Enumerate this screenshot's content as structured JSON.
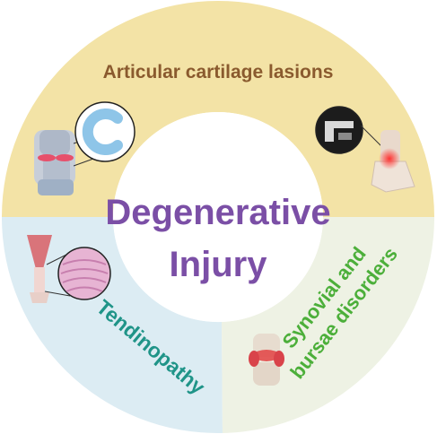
{
  "center": {
    "line1": "Degenerative",
    "line2": "Injury",
    "color": "#7b4fa6"
  },
  "segments": {
    "top": {
      "label": "Articular cartilage lasions",
      "fill": "#f3e3a6",
      "text_color": "#8a5a2e"
    },
    "left": {
      "label": "Tendinopathy",
      "fill": "#dcecf3",
      "text_color": "#1f9488"
    },
    "right": {
      "line1": "Synovial and",
      "line2": "bursae disorders",
      "fill": "#eef2e4",
      "text_color": "#4caf3a"
    }
  },
  "icons": {
    "knee": "knee-joint-icon",
    "cartilage": "cartilage-c-icon",
    "xray": "ankle-xray-icon",
    "foot": "foot-ankle-icon",
    "muscle": "muscle-tendon-icon",
    "tissue": "tendon-tissue-icon",
    "synovial": "synovial-joint-icon"
  }
}
